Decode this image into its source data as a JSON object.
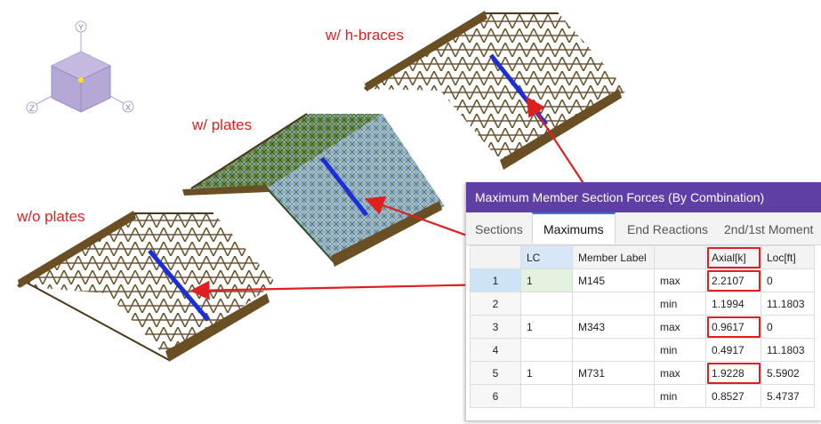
{
  "labels": {
    "hbraces": "w/ h-braces",
    "plates": "w/ plates",
    "noplates": "w/o plates"
  },
  "axes": {
    "y": "Y",
    "z": "Z",
    "x": "X"
  },
  "panel": {
    "title": "Maximum Member Section Forces (By Combination)",
    "tabs": [
      "Sections",
      "Maximums",
      "End Reactions",
      "2nd/1st Moment"
    ],
    "active_tab": "Maximums",
    "columns": [
      "",
      "LC",
      "Member Label",
      "",
      "Axial[k]",
      "Loc[ft]"
    ],
    "rows": [
      {
        "num": "1",
        "lc": "1",
        "member": "M145",
        "type": "max",
        "axial": "2.2107",
        "loc": "0"
      },
      {
        "num": "2",
        "lc": "",
        "member": "",
        "type": "min",
        "axial": "1.1994",
        "loc": "11.1803"
      },
      {
        "num": "3",
        "lc": "1",
        "member": "M343",
        "type": "max",
        "axial": "0.9617",
        "loc": "0"
      },
      {
        "num": "4",
        "lc": "",
        "member": "",
        "type": "min",
        "axial": "0.4917",
        "loc": "11.1803"
      },
      {
        "num": "5",
        "lc": "1",
        "member": "M731",
        "type": "max",
        "axial": "1.9228",
        "loc": "5.5902"
      },
      {
        "num": "6",
        "lc": "",
        "member": "",
        "type": "min",
        "axial": "0.8527",
        "loc": "5.4737"
      }
    ]
  },
  "colors": {
    "annotation_red": "#e02020",
    "title_bar": "#5f3fa6",
    "truss_wood": "#5a4420",
    "highlight_member": "#1a2fd8",
    "plate_green": "#4f7a3a",
    "plate_blue": "#8fb1cf",
    "cube_purple": "#b6a8d6"
  }
}
